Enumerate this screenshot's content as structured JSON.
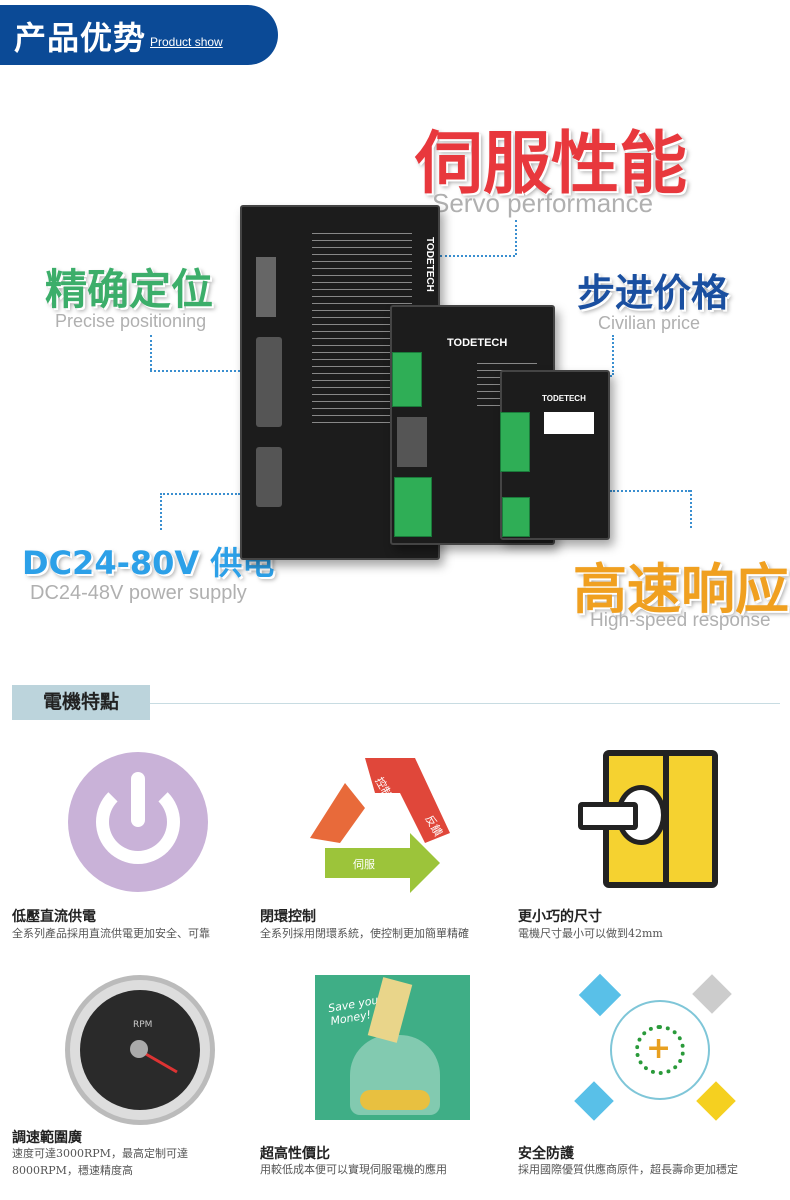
{
  "header": {
    "title": "产品优势",
    "subtitle": "Product show"
  },
  "hero": {
    "servo": {
      "cn": "伺服性能",
      "en": "Servo performance",
      "color": "#e8383d"
    },
    "precise": {
      "cn": "精确定位",
      "en": "Precise positioning",
      "color": "#3cae6a"
    },
    "price": {
      "cn": "步进价格",
      "en": "Civilian price",
      "color": "#1a4fa0"
    },
    "power": {
      "cn": "DC24-80V 供电",
      "en": "DC24-48V power supply",
      "color": "#2ca0e8"
    },
    "speed": {
      "cn": "高速响应",
      "en": "High-speed response",
      "color": "#f0a020"
    },
    "product_brand": "TODETECH"
  },
  "features_section": {
    "title": "電機特點"
  },
  "features": [
    {
      "title": "低壓直流供電",
      "desc": "全系列產品採用直流供電更加安全、可靠",
      "icon": "power-icon"
    },
    {
      "title": "閉環控制",
      "desc": "全系列採用閉環系統，使控制更加簡單精確",
      "icon": "recycle-loop-icon",
      "loop_labels": [
        "控制",
        "反饋",
        "伺服"
      ]
    },
    {
      "title": "更小巧的尺寸",
      "desc": "電機尺寸最小可以做到42mm",
      "icon": "motor-icon"
    },
    {
      "title": "調速範圍廣",
      "desc": "速度可達3000RPM，最高定制可達",
      "desc2": "8000RPM，穩速精度高",
      "icon": "speedometer-icon",
      "gauge_label": "RPM"
    },
    {
      "title": "超高性價比",
      "desc": "用較低成本便可以實現伺服電機的應用",
      "icon": "money-jar-icon",
      "jar_text": "Save your Money!"
    },
    {
      "title": "安全防護",
      "desc": "採用國際優質供應商原件，超長壽命更加穩定",
      "icon": "shield-icon"
    }
  ]
}
